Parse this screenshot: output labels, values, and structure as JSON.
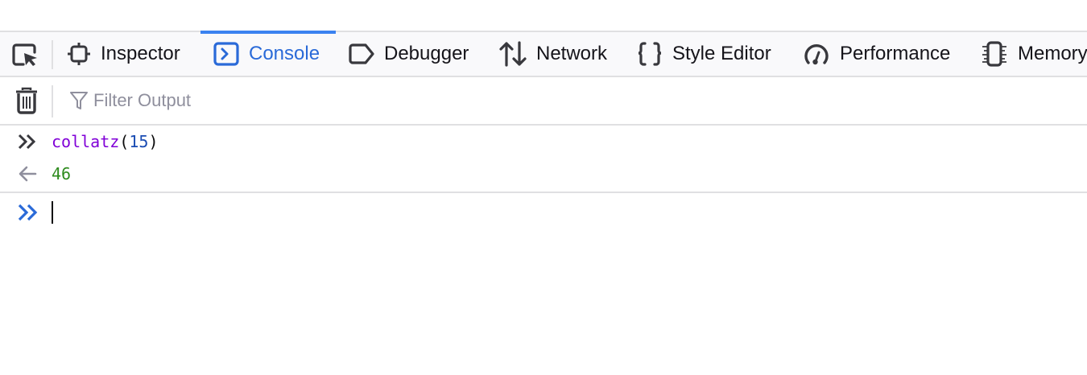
{
  "devtools": {
    "tabs": [
      {
        "id": "inspector",
        "label": "Inspector",
        "icon": "inspector-icon",
        "active": false
      },
      {
        "id": "console",
        "label": "Console",
        "icon": "console-icon",
        "active": true
      },
      {
        "id": "debugger",
        "label": "Debugger",
        "icon": "debugger-icon",
        "active": false
      },
      {
        "id": "network",
        "label": "Network",
        "icon": "network-icon",
        "active": false
      },
      {
        "id": "style-editor",
        "label": "Style Editor",
        "icon": "style-editor-icon",
        "active": false
      },
      {
        "id": "performance",
        "label": "Performance",
        "icon": "performance-icon",
        "active": false
      },
      {
        "id": "memory",
        "label": "Memory",
        "icon": "memory-icon",
        "active": false
      }
    ],
    "picker_icon": "element-picker-icon",
    "accent_color": "#3b82f0"
  },
  "console": {
    "toolbar": {
      "clear_icon": "trash-icon",
      "filter_icon": "filter-icon",
      "filter_placeholder": "Filter Output",
      "filter_value": ""
    },
    "messages": [
      {
        "type": "input",
        "icon": "input-chevrons-icon",
        "tokens": [
          {
            "text": "collatz",
            "kind": "function",
            "color": "#8000d7"
          },
          {
            "text": "(",
            "kind": "punctuation",
            "color": "#0c0c0d"
          },
          {
            "text": "15",
            "kind": "number",
            "color": "#1a4cb3"
          },
          {
            "text": ")",
            "kind": "punctuation",
            "color": "#0c0c0d"
          }
        ]
      },
      {
        "type": "result",
        "icon": "result-arrow-icon",
        "text": "46",
        "color": "#2e8b1e"
      }
    ],
    "prompt": {
      "icon": "prompt-chevrons-icon",
      "value": "",
      "prompt_color": "#2a6ad8"
    }
  }
}
